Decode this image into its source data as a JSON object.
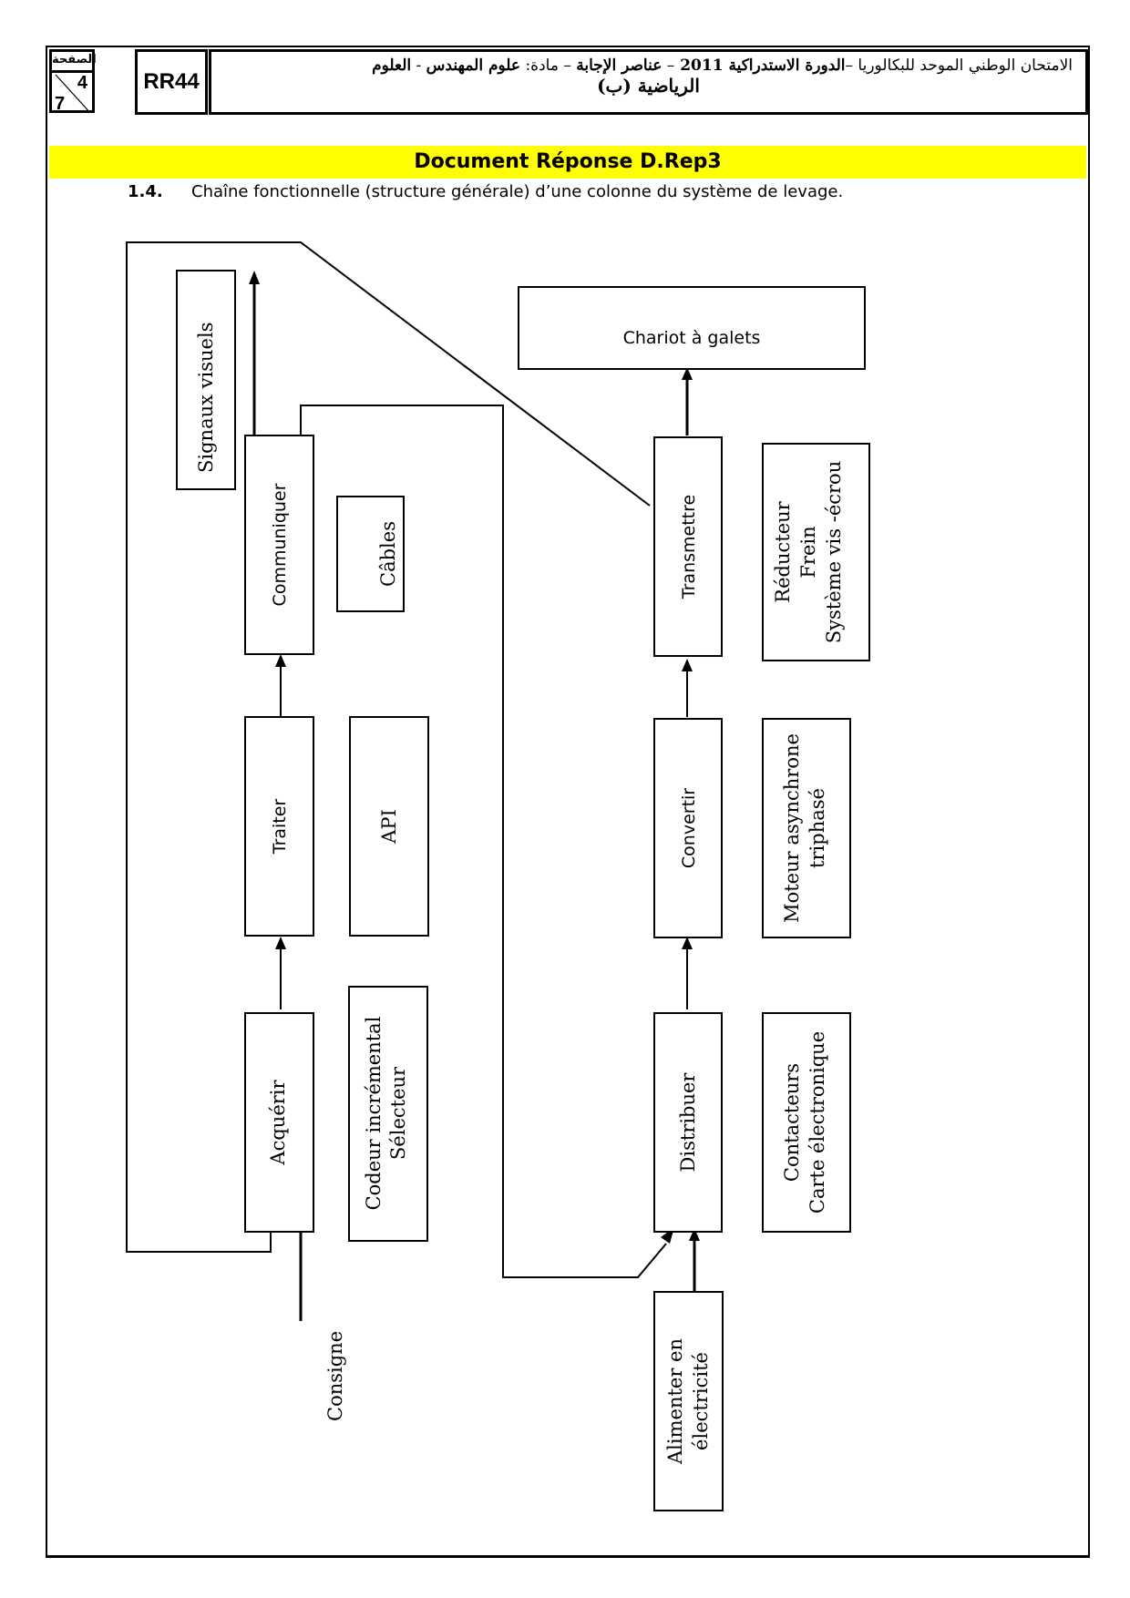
{
  "header": {
    "page_label": "الصفحة",
    "page_current": "4",
    "page_total": "7",
    "exam_code": "RR44",
    "title_line1_parts": [
      {
        "text": "الامتحان الوطني الموحد للبكالوريا –",
        "bold": false
      },
      {
        "text": "الدورة الاستدراكية",
        "bold": true
      },
      {
        "text": " 2011 ",
        "bold": true
      },
      {
        "text": " – ",
        "bold": false
      },
      {
        "text": "عناصر الإجابة",
        "bold": true
      },
      {
        "text": " – مادة: ",
        "bold": false
      },
      {
        "text": "علوم المهندس",
        "bold": true
      },
      {
        "text": " - ",
        "bold": false
      },
      {
        "text": "العلوم",
        "bold": true
      }
    ],
    "title_line2": "الرياضية (ب)"
  },
  "banner": {
    "title": "Document Réponse D.Rep3"
  },
  "question": {
    "number": "1.4.",
    "text": "Chaîne fonctionnelle (structure générale) d’une colonne du système de levage."
  },
  "diagram": {
    "chain_information": [
      {
        "id": "acquerir",
        "label": "Acquérir",
        "component": [
          "Codeur incrémental",
          "Sélecteur"
        ]
      },
      {
        "id": "traiter",
        "label": "Traiter",
        "component": [
          "API"
        ]
      },
      {
        "id": "communiquer",
        "label": "Communiquer",
        "component": [
          "Câbles"
        ]
      }
    ],
    "chain_energy": [
      {
        "id": "alimenter",
        "label": [
          "Alimenter en",
          "électricité"
        ]
      },
      {
        "id": "distribuer",
        "label": "Distribuer",
        "component": [
          "Contacteurs",
          "Carte électronique"
        ]
      },
      {
        "id": "convertir",
        "label": "Convertir",
        "component": [
          "Moteur asynchrone",
          "triphasé"
        ]
      },
      {
        "id": "transmettre",
        "label": "Transmettre",
        "component": [
          "Réducteur",
          "Frein",
          "Système vis -écrou"
        ]
      }
    ],
    "output_signals": "Signaux visuels",
    "input_setpoint": "Consigne",
    "effector": "Chariot à galets"
  }
}
